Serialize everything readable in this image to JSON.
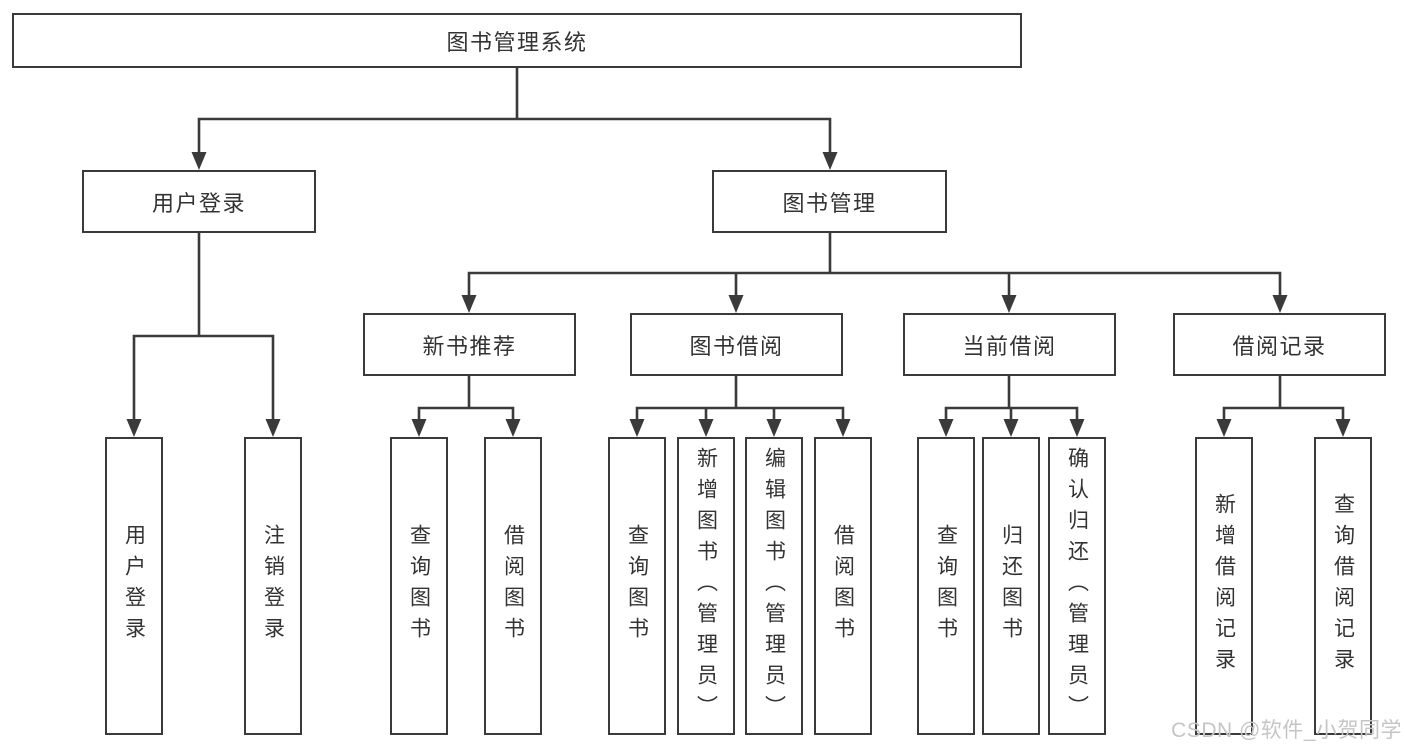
{
  "diagram_title": "图书管理系统",
  "tree": {
    "root": {
      "label": "图书管理系统"
    },
    "branches": [
      {
        "label": "用户登录",
        "children": [
          {
            "label": "用户登录"
          },
          {
            "label": "注销登录"
          }
        ]
      },
      {
        "label": "图书管理",
        "children": [
          {
            "label": "新书推荐",
            "children": [
              {
                "label": "查询图书"
              },
              {
                "label": "借阅图书"
              }
            ]
          },
          {
            "label": "图书借阅",
            "children": [
              {
                "label": "查询图书"
              },
              {
                "label": "新增图书（管理员）"
              },
              {
                "label": "编辑图书（管理员）"
              },
              {
                "label": "借阅图书"
              }
            ]
          },
          {
            "label": "当前借阅",
            "children": [
              {
                "label": "查询图书"
              },
              {
                "label": "归还图书"
              },
              {
                "label": "确认归还（管理员）"
              }
            ]
          },
          {
            "label": "借阅记录",
            "children": [
              {
                "label": "新增借阅记录"
              },
              {
                "label": "查询借阅记录"
              }
            ]
          }
        ]
      }
    ]
  },
  "watermark": {
    "text": "CSDN @软件_小贺同学"
  },
  "colors": {
    "background": "#ffffff",
    "line": "#3a3a3a",
    "text": "#333333",
    "watermark": "#c5c5c5"
  }
}
